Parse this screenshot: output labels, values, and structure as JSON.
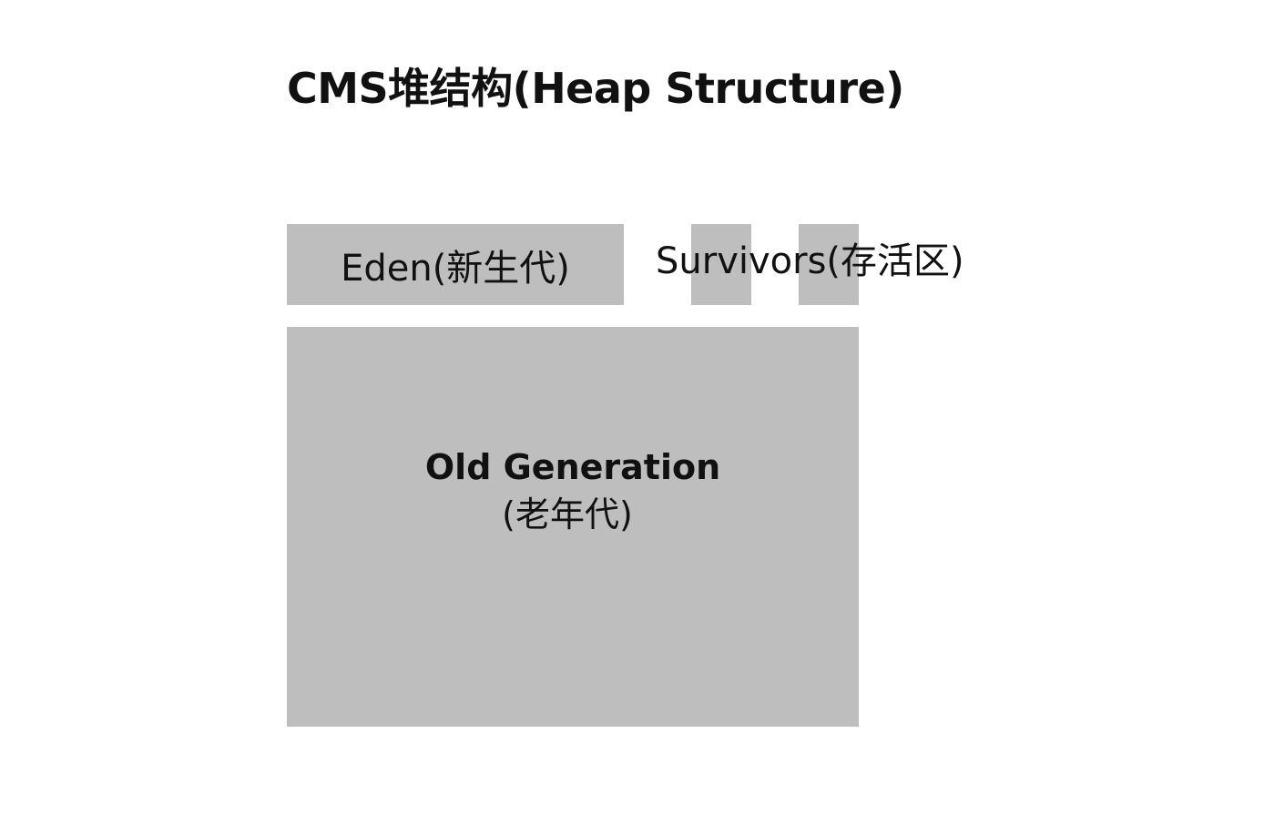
{
  "title": "CMS堆结构(Heap Structure)",
  "colors": {
    "block_fill": "#bebebe",
    "background": "#ffffff",
    "text": "#111111"
  },
  "young_generation": {
    "eden_label": "Eden(新生代)",
    "survivors_label": "Survivors(存活区)"
  },
  "old_generation": {
    "label_line1": "Old Generation",
    "label_line2": "(老年代)"
  }
}
